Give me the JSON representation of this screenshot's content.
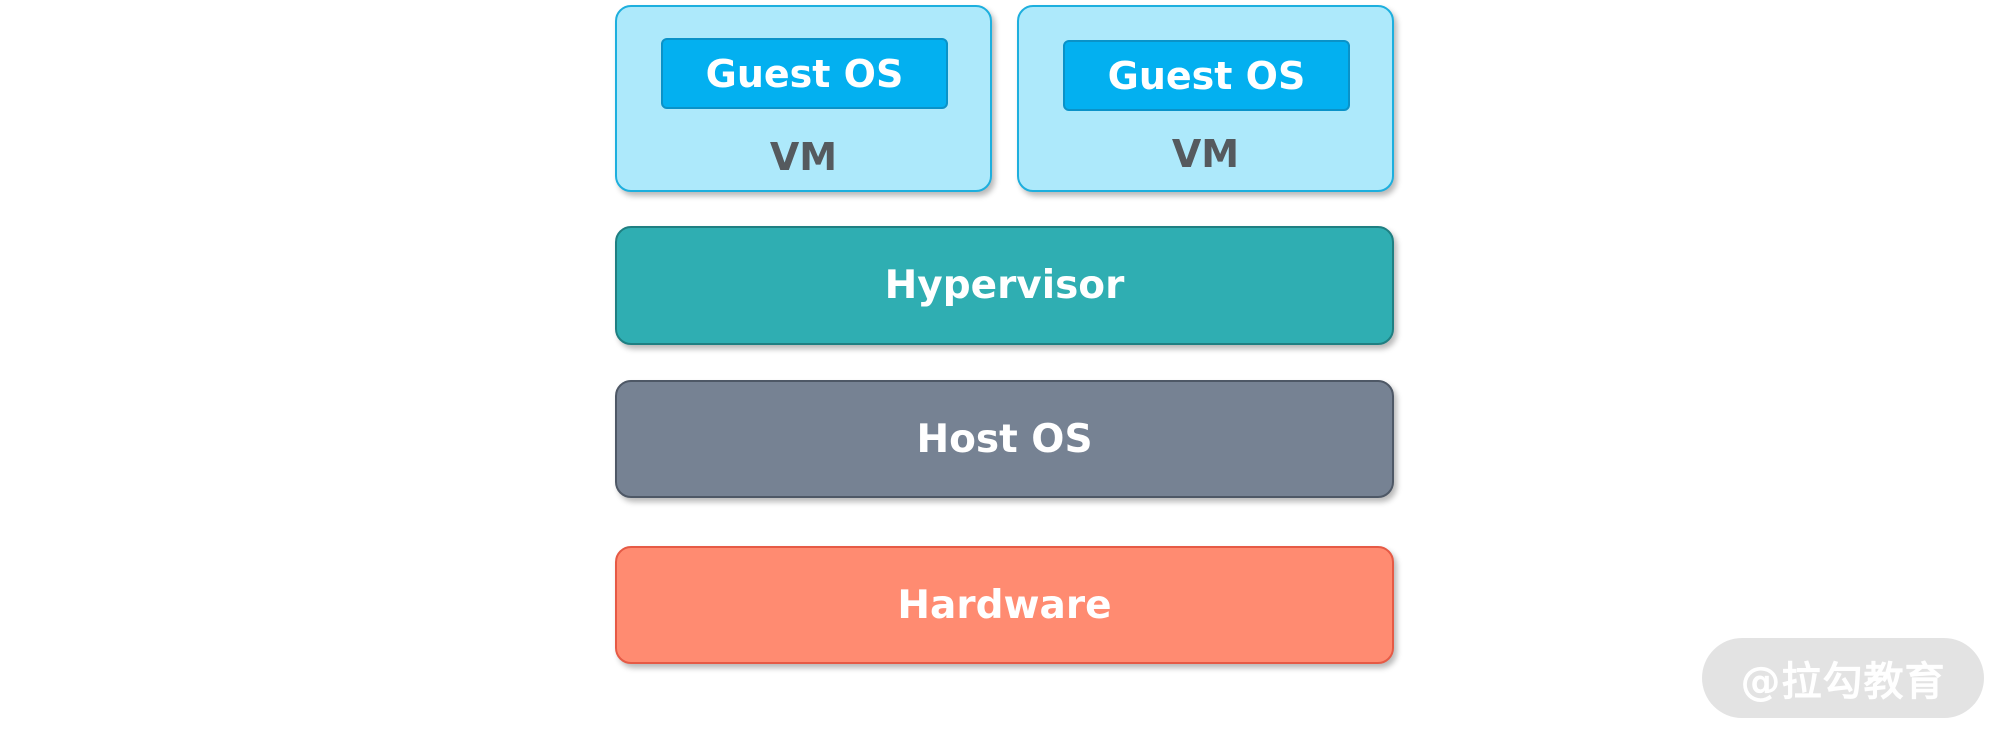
{
  "diagram": {
    "vms": [
      {
        "guest_os_label": "Guest OS",
        "vm_label": "VM"
      },
      {
        "guest_os_label": "Guest OS",
        "vm_label": "VM"
      }
    ],
    "layers": {
      "hypervisor": "Hypervisor",
      "host_os": "Host OS",
      "hardware": "Hardware"
    },
    "colors": {
      "vm_fill": "#ADE9FB",
      "guest_os_fill": "#03B0F0",
      "hypervisor_fill": "#2FAEB2",
      "host_os_fill": "#768293",
      "hardware_fill": "#FF8B71"
    }
  },
  "watermark": "@拉勾教育"
}
